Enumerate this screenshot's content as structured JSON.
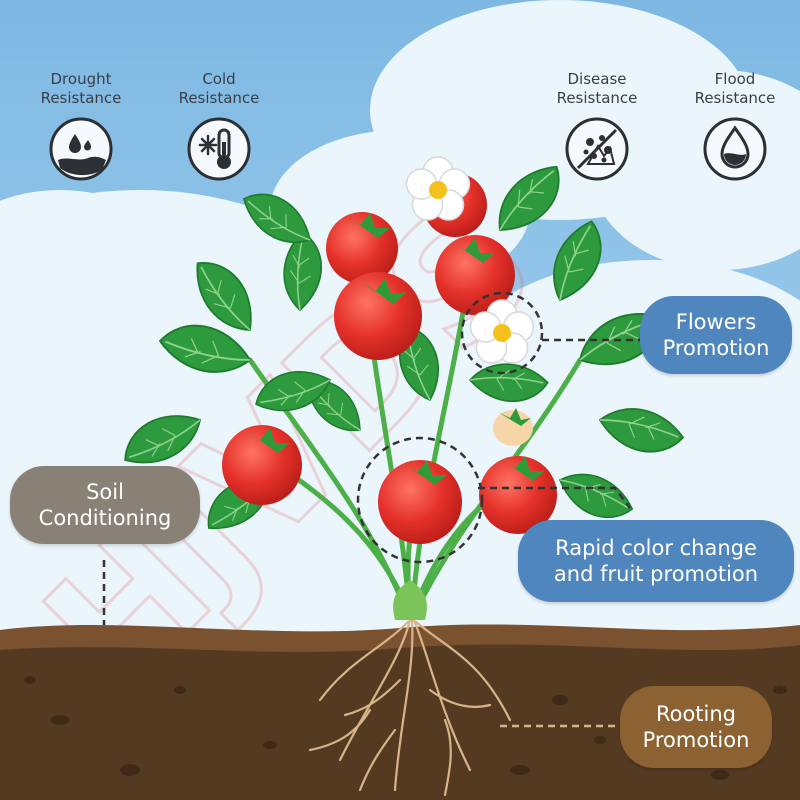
{
  "features": [
    {
      "line1": "Drought",
      "line2": "Resistance",
      "icon": "drought-icon"
    },
    {
      "line1": "Cold",
      "line2": "Resistance",
      "icon": "cold-thermometer-icon"
    },
    {
      "line1": "Disease",
      "line2": "Resistance",
      "icon": "disease-icon"
    },
    {
      "line1": "Flood",
      "line2": "Resistance",
      "icon": "flood-drop-icon"
    }
  ],
  "callouts": {
    "flowers": {
      "line1": "Flowers",
      "line2": "Promotion"
    },
    "soil": {
      "line1": "Soil",
      "line2": "Conditioning"
    },
    "fruit": {
      "line1": "Rapid color change",
      "line2": "and fruit promotion"
    },
    "rooting": {
      "line1": "Rooting",
      "line2": "Promotion"
    }
  },
  "colors": {
    "sky": "#8cc4e6",
    "cloud": "#eaf5fc",
    "soil": "#553a22",
    "soil_top": "#7a5230",
    "leaf": "#2e9a3e",
    "fruit": "#e4312a",
    "callout_blue": "#4f86bd",
    "callout_grey": "#8a8176",
    "callout_brown": "#8c6232"
  }
}
